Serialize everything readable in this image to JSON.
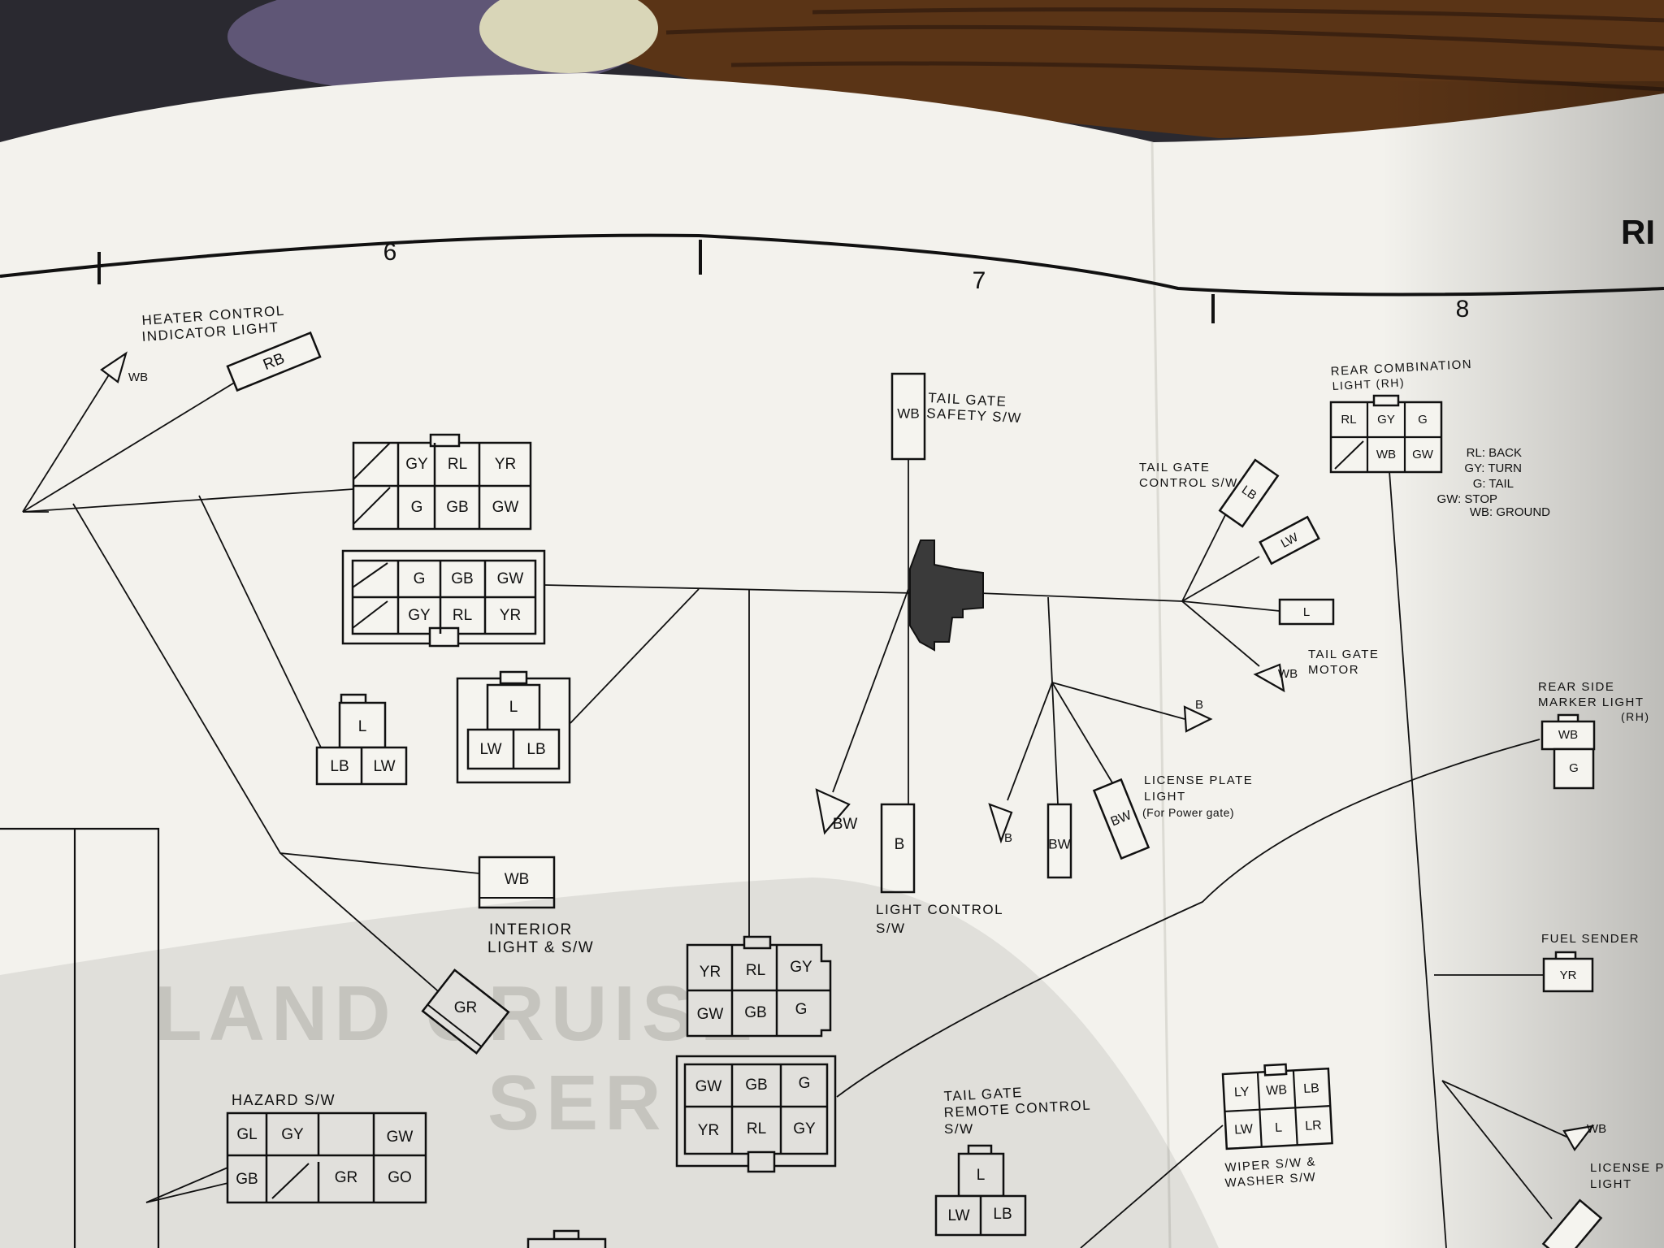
{
  "header": {
    "columns": [
      "6",
      "7",
      "8"
    ],
    "corner_text": "RI"
  },
  "watermark": {
    "line1": "LAND CRUISE",
    "line2": "SER"
  },
  "components": {
    "heater": {
      "label1": "HEATER CONTROL",
      "label2": "INDICATOR LIGHT",
      "pin": "RB",
      "ground": "WB"
    },
    "conn_top_a": {
      "pins": [
        "GY",
        "RL",
        "YR",
        "G",
        "GB",
        "GW"
      ]
    },
    "conn_top_b": {
      "pins": [
        "G",
        "GB",
        "GW",
        "GY",
        "RL",
        "YR"
      ]
    },
    "small_conn_a": {
      "pins": [
        "L",
        "LB",
        "LW"
      ]
    },
    "small_conn_b": {
      "pins": [
        "L",
        "LW",
        "LB"
      ]
    },
    "interior": {
      "label1": "INTERIOR",
      "label2": "LIGHT & S/W",
      "pin": "WB"
    },
    "diag_conn": {
      "pin": "GR"
    },
    "hazard": {
      "label": "HAZARD S/W",
      "pins": [
        "GL",
        "GY",
        "GW",
        "GB",
        "GR",
        "GO"
      ]
    },
    "conn_mid_a": {
      "pins": [
        "YR",
        "RL",
        "GY",
        "GW",
        "GB",
        "G"
      ]
    },
    "conn_mid_b": {
      "pins": [
        "GW",
        "GB",
        "G",
        "YR",
        "RL",
        "GY"
      ]
    },
    "tail_gate_safety": {
      "label1": "TAIL GATE",
      "label2": "SAFETY S/W",
      "pin": "WB"
    },
    "light_control": {
      "label1": "LIGHT CONTROL",
      "label2": "S/W",
      "pin": "B"
    },
    "ground_bw": {
      "pin": "BW"
    },
    "ground_b1": {
      "pin": "B"
    },
    "ground_b2": {
      "pin": "B"
    },
    "bw_box": {
      "pin": "BW"
    },
    "license_plate": {
      "label1": "LICENSE PLATE",
      "label2": "LIGHT",
      "label3": "(For Power gate)",
      "pin": "BW"
    },
    "tail_gate_control": {
      "label1": "TAIL GATE",
      "label2": "CONTROL S/W",
      "pin": "LB"
    },
    "lw_box": {
      "pin": "LW"
    },
    "l_box": {
      "pin": "L"
    },
    "tail_gate_motor": {
      "label1": "TAIL GATE",
      "label2": "MOTOR",
      "ground": "WB"
    },
    "rear_combo": {
      "label1": "REAR COMBINATION",
      "label2": "LIGHT (RH)",
      "pins": [
        "RL",
        "GY",
        "G",
        "WB",
        "GW"
      ],
      "legend": [
        "RL: BACK",
        "GY: TURN",
        "G: TAIL",
        "GW: STOP",
        "WB: GROUND"
      ]
    },
    "rear_side_marker": {
      "label1": "REAR SIDE",
      "label2": "MARKER LIGHT",
      "label3": "(RH)",
      "pins": [
        "WB",
        "G"
      ]
    },
    "fuel_sender": {
      "label": "FUEL SENDER",
      "pin": "YR"
    },
    "tail_gate_remote": {
      "label1": "TAIL GATE",
      "label2": "REMOTE CONTROL",
      "label3": "S/W",
      "pins": [
        "L",
        "LW",
        "LB"
      ]
    },
    "wiper": {
      "label1": "WIPER S/W &",
      "label2": "WASHER S/W",
      "pins": [
        "LY",
        "WB",
        "LB",
        "LW",
        "L",
        "LR"
      ]
    },
    "license_right": {
      "label1": "LICENSE P",
      "label2": "LIGHT",
      "ground": "WB"
    }
  }
}
